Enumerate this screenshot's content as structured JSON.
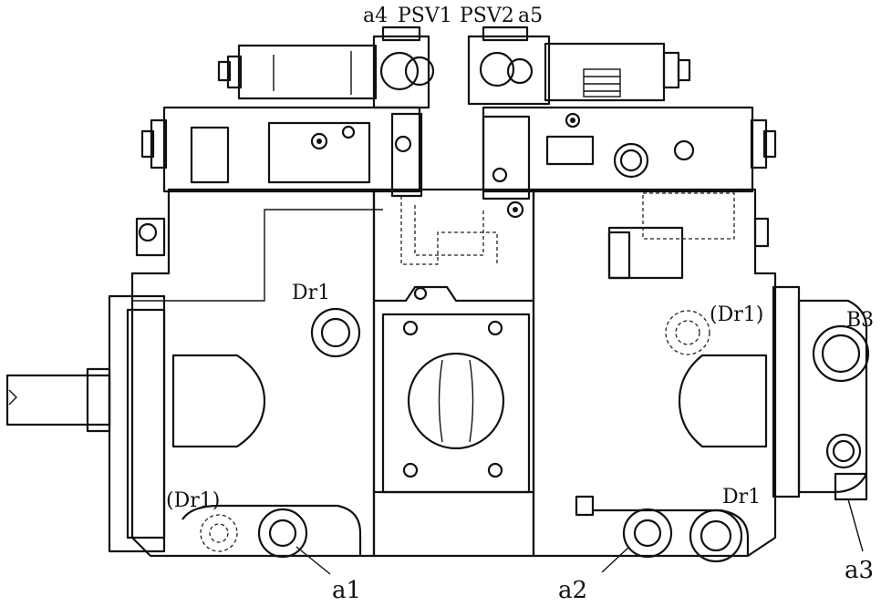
{
  "labels": {
    "a4": "a4",
    "psv1": "PSV1",
    "psv2": "PSV2",
    "a5": "a5",
    "dr1_center": "Dr1",
    "dr1_right_paren": "(Dr1)",
    "b3": "B3",
    "dr1_bottom_left": "(Dr1)",
    "dr1_bottom_right": "Dr1",
    "a1": "a1",
    "a2": "a2",
    "a3": "a3"
  }
}
